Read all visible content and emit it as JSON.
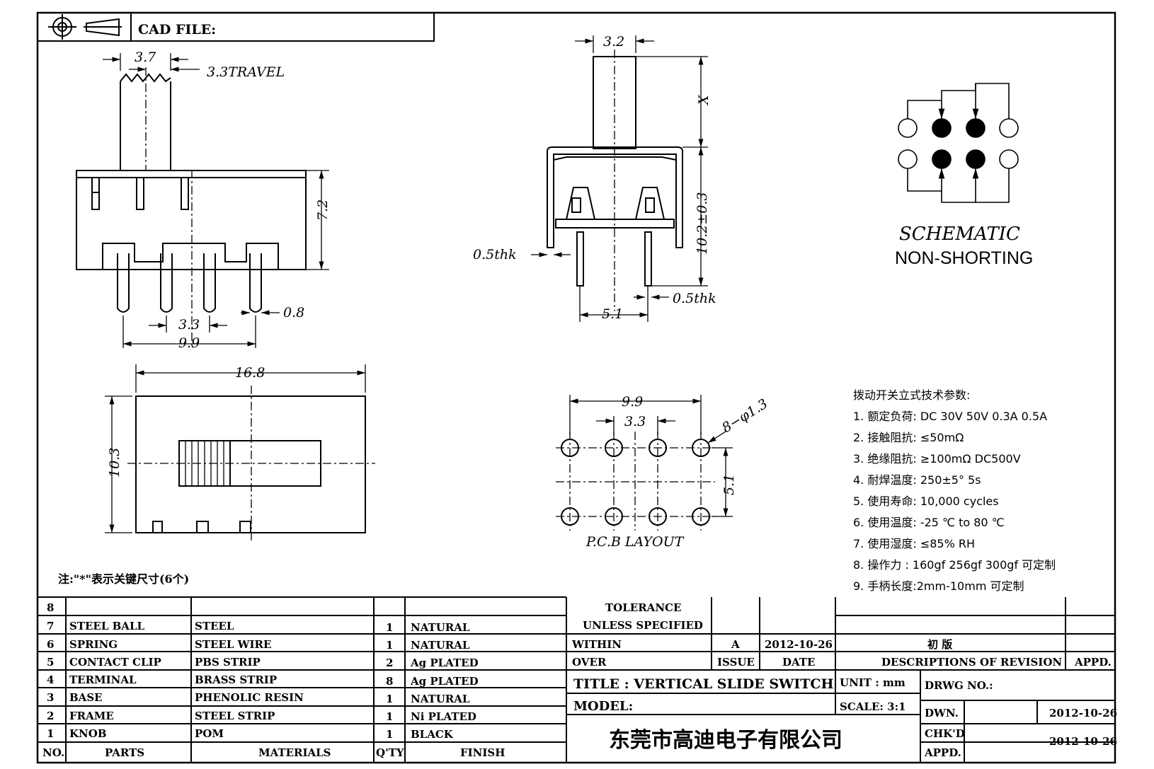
{
  "header": {
    "cad_file_label": "CAD FILE:"
  },
  "dims": {
    "d_3_7": "3.7",
    "travel": "3.3TRAVEL",
    "d_7_2": "7.2",
    "d_3_3_side": "3.3",
    "d_0_8": "0.8",
    "d_9_9_side": "9.9",
    "d_3_2": "3.2",
    "d_x": "X",
    "d_10_2": "10.2±0.3",
    "thk_left": "0.5thk",
    "thk_right": "0.5thk",
    "d_5_1_front": "5.1",
    "d_16_8": "16.8",
    "d_10_3": "10.3",
    "pcb_9_9": "9.9",
    "pcb_3_3": "3.3",
    "pcb_holes": "8−φ1.3",
    "pcb_5_1": "5.1",
    "pcb_label": "P.C.B LAYOUT"
  },
  "schematic": {
    "title": "SCHEMATIC",
    "subtitle": "NON-SHORTING"
  },
  "specs": {
    "title": "拨动开关立式技术参数:",
    "items": [
      "1. 额定负荷: DC 30V    50V    0.3A    0.5A",
      "2. 接触阻抗: ≤50mΩ",
      "3. 绝缘阻抗: ≥100mΩ   DC500V",
      "4. 耐焊温度: 250±5°  5s",
      "5. 使用寿命: 10,000 cycles",
      "6. 使用温度: -25  ℃  to 80  ℃",
      "7. 使用湿度: ≤85% RH",
      "8. 操作力 : 160gf    256gf    300gf   可定制",
      "9. 手柄长度:2mm-10mm   可定制"
    ]
  },
  "note": "注:\"*\"表示关键尺寸(6个)",
  "bom": {
    "rows": [
      {
        "no": "8",
        "part": "",
        "material": "",
        "qty": "",
        "finish": ""
      },
      {
        "no": "7",
        "part": "STEEL BALL",
        "material": "STEEL",
        "qty": "1",
        "finish": "NATURAL"
      },
      {
        "no": "6",
        "part": "SPRING",
        "material": "STEEL WIRE",
        "qty": "1",
        "finish": "NATURAL"
      },
      {
        "no": "5",
        "part": "CONTACT CLIP",
        "material": "PBS STRIP",
        "qty": "2",
        "finish": "Ag PLATED"
      },
      {
        "no": "4",
        "part": "TERMINAL",
        "material": "BRASS STRIP",
        "qty": "8",
        "finish": "Ag PLATED"
      },
      {
        "no": "3",
        "part": "BASE",
        "material": "PHENOLIC RESIN",
        "qty": "1",
        "finish": "NATURAL"
      },
      {
        "no": "2",
        "part": "FRAME",
        "material": "STEEL STRIP",
        "qty": "1",
        "finish": "Ni PLATED"
      },
      {
        "no": "1",
        "part": "KNOB",
        "material": "POM",
        "qty": "1",
        "finish": "BLACK"
      }
    ],
    "header": {
      "no": "NO.",
      "part": "PARTS",
      "material": "MATERIALS",
      "qty": "Q'TY",
      "finish": "FINISH"
    }
  },
  "title_block": {
    "tol1": "TOLERANCE",
    "tol2": "UNLESS   SPECIFIED",
    "within": "WITHIN",
    "over": "OVER",
    "issue_val": "A",
    "date_val": "2012-10-26",
    "desc_val": "初  版",
    "issue_hdr": "ISSUE",
    "date_hdr": "DATE",
    "desc_hdr": "DESCRIPTIONS  OF  REVISION",
    "appd_hdr": "APPD.",
    "title": "TITLE :   VERTICAL  SLIDE  SWITCH",
    "unit": "UNIT :   mm",
    "model": "MODEL:",
    "scale": "SCALE:   3:1",
    "company": "东莞市高迪电子有限公司",
    "drwg_no": "DRWG NO.:",
    "dwn": "DWN.",
    "dwn_date": "2012-10-26",
    "chkd": "CHK'D",
    "chkd_date": "2012-10-26",
    "appd": "APPD."
  }
}
